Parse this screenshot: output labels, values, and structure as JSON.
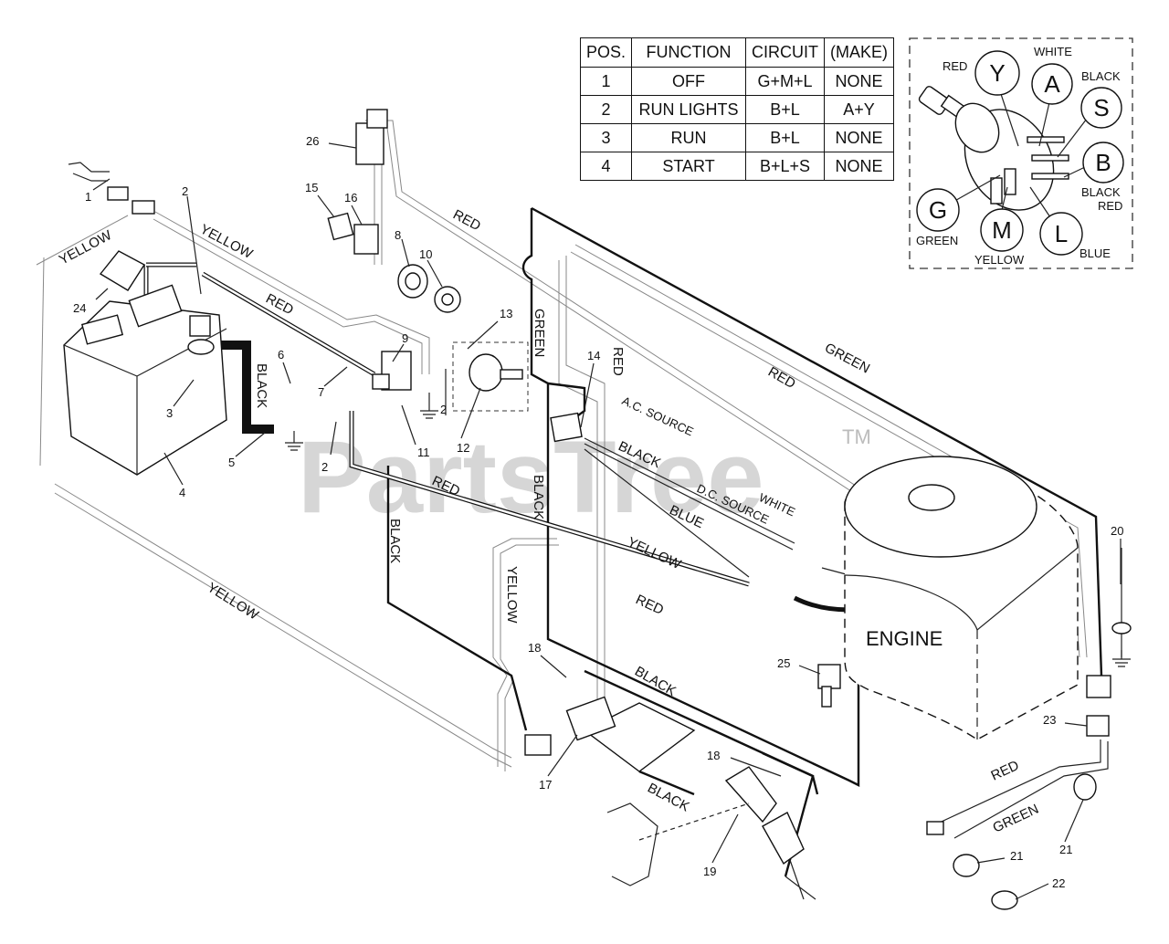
{
  "table": {
    "headers": [
      "POS.",
      "FUNCTION",
      "CIRCUIT",
      "(MAKE)"
    ],
    "rows": [
      [
        "1",
        "OFF",
        "G+M+L",
        "NONE"
      ],
      [
        "2",
        "RUN LIGHTS",
        "B+L",
        "A+Y"
      ],
      [
        "3",
        "RUN",
        "B+L",
        "NONE"
      ],
      [
        "4",
        "START",
        "B+L+S",
        "NONE"
      ]
    ]
  },
  "switch": {
    "terminals": [
      "Y",
      "A",
      "S",
      "B",
      "G",
      "M",
      "L"
    ],
    "labels": {
      "red": "RED",
      "white": "WHITE",
      "black": "BLACK",
      "black2": "BLACK",
      "red2": "RED",
      "green": "GREEN",
      "yellow": "YELLOW",
      "blue": "BLUE"
    }
  },
  "wires": {
    "yellow": "YELLOW",
    "red": "RED",
    "black": "BLACK",
    "green": "GREEN",
    "blue": "BLUE",
    "white": "WHITE",
    "ac_source": "A.C. SOURCE",
    "dc_source": "D.C. SOURCE"
  },
  "engine_label": "ENGINE",
  "parts": [
    "1",
    "2",
    "3",
    "4",
    "5",
    "6",
    "7",
    "8",
    "9",
    "10",
    "11",
    "12",
    "13",
    "14",
    "15",
    "16",
    "17",
    "18",
    "19",
    "20",
    "21",
    "22",
    "23",
    "24",
    "25",
    "26"
  ],
  "watermark": {
    "text": "PartsTree",
    "tm": "TM"
  }
}
